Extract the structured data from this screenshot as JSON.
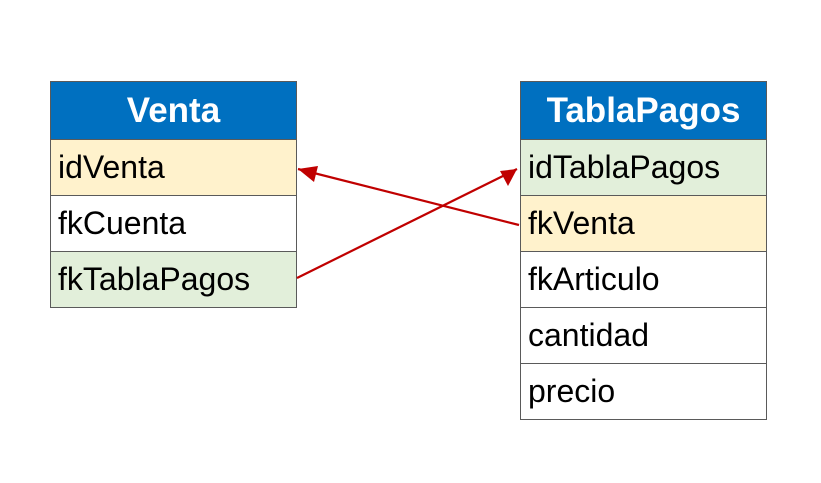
{
  "tables": [
    {
      "name": "Venta",
      "fields": [
        {
          "label": "idVenta",
          "style": "pk"
        },
        {
          "label": "fkCuenta",
          "style": "plain"
        },
        {
          "label": "fkTablaPagos",
          "style": "fk-link"
        }
      ]
    },
    {
      "name": "TablaPagos",
      "fields": [
        {
          "label": "idTablaPagos",
          "style": "fk-link"
        },
        {
          "label": "fkVenta",
          "style": "pk"
        },
        {
          "label": "fkArticulo",
          "style": "plain"
        },
        {
          "label": "cantidad",
          "style": "plain"
        },
        {
          "label": "precio",
          "style": "plain"
        }
      ]
    }
  ],
  "relations": [
    {
      "from": "TablaPagos.fkVenta",
      "to": "Venta.idVenta"
    },
    {
      "from": "Venta.fkTablaPagos",
      "to": "TablaPagos.idTablaPagos"
    }
  ],
  "colors": {
    "header_bg": "#0070c0",
    "header_text": "#ffffff",
    "key_highlight": "#fff2cc",
    "link_highlight": "#e2efda",
    "relation_arrow": "#c00000"
  }
}
